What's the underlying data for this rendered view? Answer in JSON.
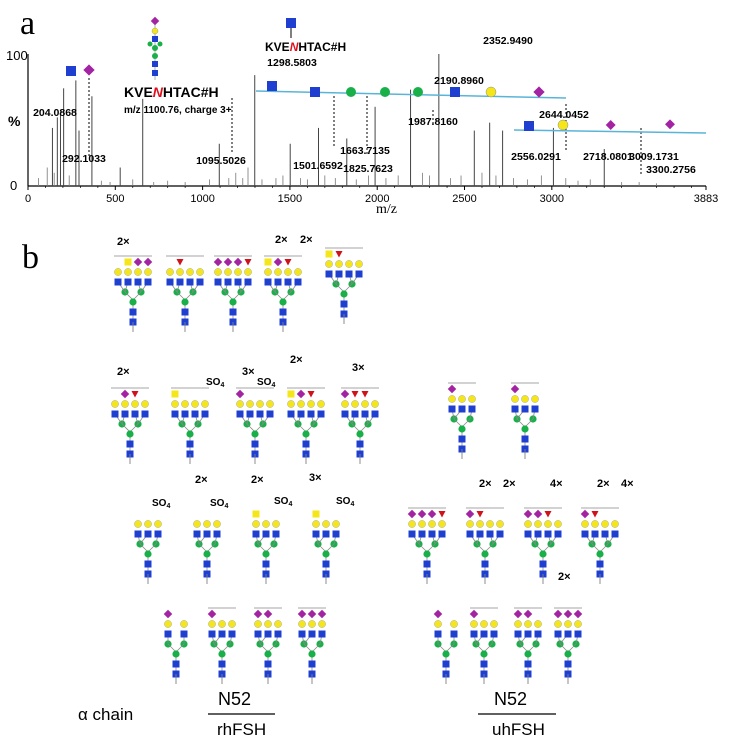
{
  "panel_a": {
    "label": "a",
    "peptide_prefix": "KVE",
    "peptide_site": "N",
    "peptide_suffix": "HTAC#H",
    "precursor": "m/z 1100.76, charge 3+",
    "y_axis_label": "%",
    "y_top_tick": "100",
    "y_zero_tick": "0",
    "x_axis_label": "m/z",
    "x_max_label": "3883",
    "colors": {
      "hexnac_square": "#1f3fd0",
      "hexose_circle_green": "#19b04a",
      "galactose_circle_yellow": "#f5e61a",
      "neuac_diamond": "#a324a3",
      "fucose_triangle": "#d1121a",
      "gap_line": "#5ab4d8",
      "red_site": "#e0101a"
    },
    "chart_data": {
      "type": "bar",
      "title": "",
      "xlabel": "m/z",
      "ylabel": "%",
      "xlim": [
        0,
        3883
      ],
      "ylim": [
        0,
        100
      ],
      "x_ticks": [
        0,
        500,
        1000,
        1500,
        2000,
        2500,
        3000,
        3883
      ],
      "y_ticks": [
        0,
        100
      ],
      "peaks": [
        {
          "mz": 140,
          "intensity": 44
        },
        {
          "mz": 168,
          "intensity": 52
        },
        {
          "mz": 186,
          "intensity": 56
        },
        {
          "mz": 204.0868,
          "intensity": 74
        },
        {
          "mz": 274,
          "intensity": 80
        },
        {
          "mz": 292.1033,
          "intensity": 42
        },
        {
          "mz": 366,
          "intensity": 68
        },
        {
          "mz": 528,
          "intensity": 14
        },
        {
          "mz": 657,
          "intensity": 66
        },
        {
          "mz": 1095.5026,
          "intensity": 32
        },
        {
          "mz": 1298.5803,
          "intensity": 84
        },
        {
          "mz": 1501.6592,
          "intensity": 32
        },
        {
          "mz": 1663.7135,
          "intensity": 44
        },
        {
          "mz": 1825.7623,
          "intensity": 36
        },
        {
          "mz": 1987.816,
          "intensity": 60
        },
        {
          "mz": 2190.896,
          "intensity": 73
        },
        {
          "mz": 2352.949,
          "intensity": 100
        },
        {
          "mz": 2556.0291,
          "intensity": 42
        },
        {
          "mz": 2644.0452,
          "intensity": 48
        },
        {
          "mz": 2718.0801,
          "intensity": 42
        },
        {
          "mz": 3009.1731,
          "intensity": 44
        },
        {
          "mz": 3300.2756,
          "intensity": 28
        }
      ],
      "annotations": [
        "204.0868",
        "292.1033",
        "1095.5026",
        "1298.5803",
        "1501.6592",
        "1663.7135",
        "1825.7623",
        "1987.8160",
        "2190.8960",
        "2352.9490",
        "2556.0291",
        "2644.0452",
        "2718.0801",
        "3009.1731",
        "3300.2756"
      ]
    }
  },
  "panel_b": {
    "label": "b",
    "multiplier_2": "2×",
    "multiplier_3": "3×",
    "multiplier_4": "4×",
    "sulfate": "SO",
    "sulfate_sub": "4",
    "chain_label": "α chain",
    "site_label": "N52",
    "group_rh": "rhFSH",
    "group_uh": "uhFSH"
  }
}
